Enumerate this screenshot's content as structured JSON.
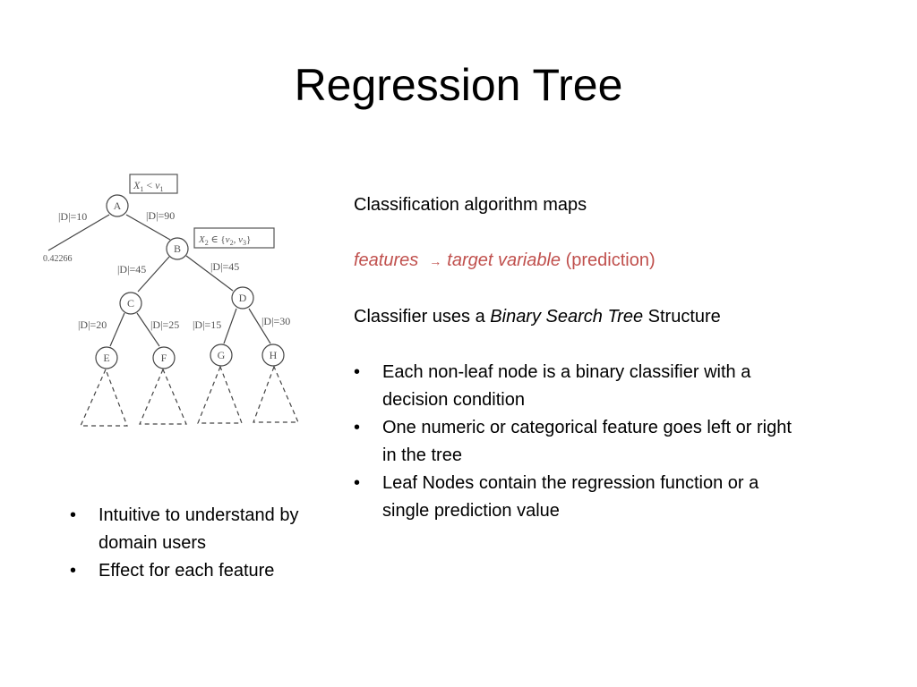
{
  "title": "Regression Tree",
  "diagram": {
    "cond_a_var": "X",
    "cond_a_sub": "1",
    "cond_a_op": " < ",
    "cond_a_val": "v",
    "cond_a_val_sub": "1",
    "cond_b_var": "X",
    "cond_b_sub": "2",
    "cond_b_op": " ∈ {",
    "cond_b_v2": "v",
    "cond_b_v2_sub": "2",
    "cond_b_sep": ", ",
    "cond_b_v3": "v",
    "cond_b_v3_sub": "3",
    "cond_b_close": "}",
    "nodes": {
      "A": "A",
      "B": "B",
      "C": "C",
      "D": "D",
      "E": "E",
      "F": "F",
      "G": "G",
      "H": "H"
    },
    "leaf_value": "0.42266",
    "edges": {
      "a_left": "|D|=10",
      "a_right": "|D|=90",
      "b_left": "|D|=45",
      "b_right": "|D|=45",
      "c_left": "|D|=20",
      "c_right": "|D|=25",
      "d_left": "|D|=15",
      "d_right": "|D|=30"
    }
  },
  "right": {
    "intro": "Classification algorithm maps",
    "mapping_features": "features",
    "mapping_arrow": "→",
    "mapping_target": "target variable",
    "mapping_suffix": "(prediction)",
    "structure_prefix": "Classifier uses a ",
    "structure_em": "Binary Search Tree",
    "structure_suffix": " Structure",
    "bullets": [
      "Each non-leaf node is a binary classifier with a decision condition",
      "One numeric or categorical feature goes left or right in the tree",
      "Leaf Nodes contain the regression function or a single prediction value"
    ]
  },
  "left_bullets": [
    "Intuitive to understand by domain users",
    "Effect for each feature"
  ]
}
